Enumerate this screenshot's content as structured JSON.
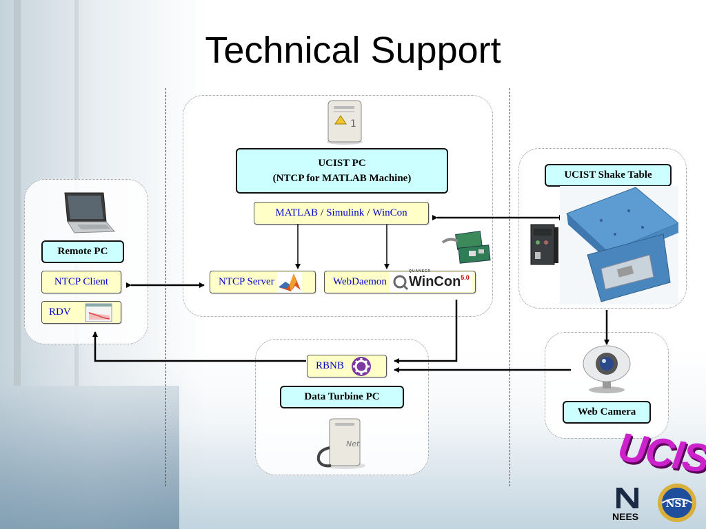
{
  "title": "Technical Support",
  "ucist_pc": {
    "label_line1": "UCIST PC",
    "label_line2": "(NTCP for MATLAB Machine)",
    "software": [
      "MATLAB",
      "Simulink",
      "WinCon"
    ],
    "separator": "/",
    "ntcp_server": "NTCP Server",
    "webdaemon": "WebDaemon",
    "wincon_logo": "WinCon",
    "wincon_version": "5.0",
    "wincon_brand": "QUANSER"
  },
  "remote_pc": {
    "label": "Remote PC",
    "ntcp_client": "NTCP Client",
    "rdv": "RDV"
  },
  "shake_table": {
    "label": "UCIST Shake Table"
  },
  "data_turbine": {
    "label": "Data Turbine PC",
    "rbnb": "RBNB"
  },
  "web_camera": {
    "label": "Web Camera"
  },
  "logos": {
    "ucist": "UCIST",
    "nees": "NEES",
    "nsf": "NSF"
  },
  "colors": {
    "cyan_box": "#ccffff",
    "yellow_box": "#ffffc8",
    "link_text": "#0000cc"
  },
  "icons": [
    "tower-pc-icon",
    "laptop-icon",
    "matlab-icon",
    "wincon-icon",
    "rbnb-gear-icon",
    "web-camera-icon",
    "shake-table-image",
    "daq-board-icon",
    "amplifier-icon"
  ]
}
